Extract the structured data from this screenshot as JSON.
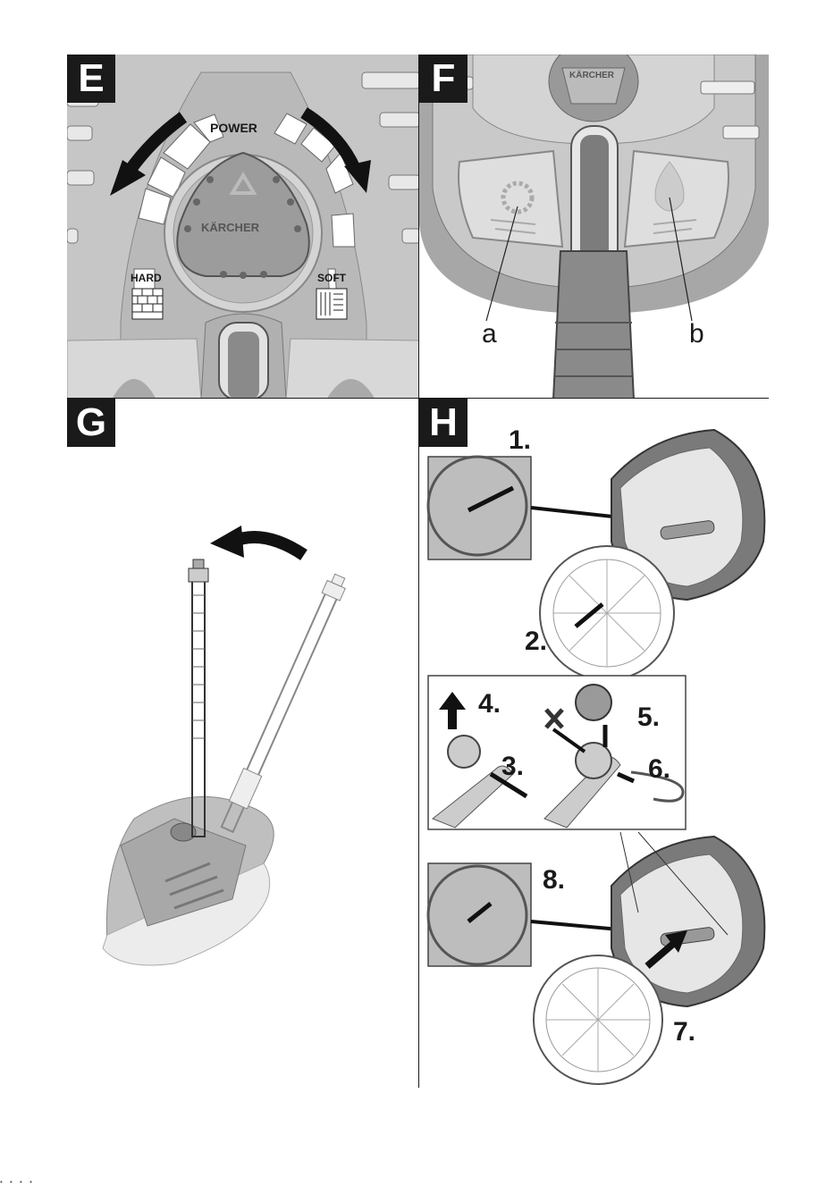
{
  "panels": {
    "E": {
      "tag": "E",
      "power": "POWER",
      "hard": "HARD",
      "soft": "SOFT",
      "logo": "KÄRCHER"
    },
    "F": {
      "tag": "F",
      "label_a": "a",
      "label_b": "b",
      "logo": "KÄRCHER"
    },
    "G": {
      "tag": "G"
    },
    "H": {
      "tag": "H",
      "steps": [
        "1.",
        "2.",
        "3.",
        "4.",
        "5.",
        "6.",
        "7.",
        "8."
      ]
    }
  },
  "colors": {
    "ink": "#1a1a1a",
    "light_gray": "#cfcfcf",
    "mid_gray": "#8a8a8a",
    "white": "#ffffff"
  }
}
